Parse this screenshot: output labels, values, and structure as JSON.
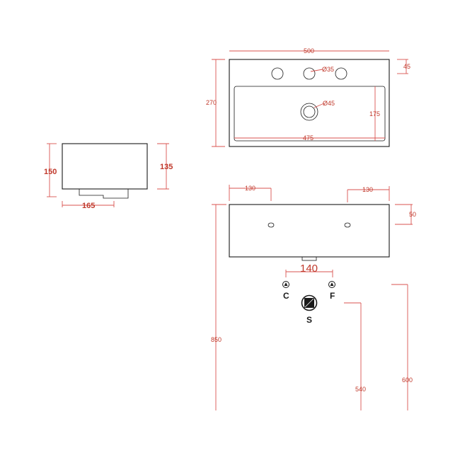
{
  "top_view": {
    "width_label": "500",
    "depth_label": "270",
    "rim_label": "45",
    "tap_hole_label": "Ø35",
    "drain_label": "Ø45",
    "bowl_depth_label": "175",
    "bowl_width_label": "475"
  },
  "side_view": {
    "height_label": "150",
    "inner_height_label": "135",
    "depth_label": "165"
  },
  "front_view": {
    "left_offset_label": "130",
    "right_offset_label": "130",
    "fixing_height_label": "50",
    "supply_spacing_label": "140",
    "install_height_label": "850",
    "supply_height_label": "540",
    "waste_height_label": "600"
  },
  "symbols": {
    "cold_label": "C",
    "hot_label": "F",
    "waste_label": "S"
  },
  "colors": {
    "outline": "#1a1a1a",
    "dimension": "#d9534f",
    "dimension_text": "#c0392b"
  }
}
